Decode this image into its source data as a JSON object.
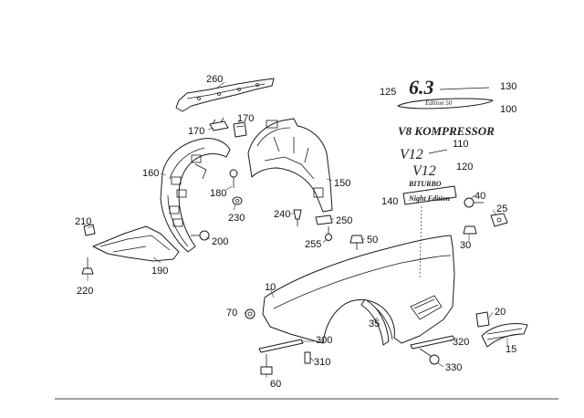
{
  "callouts": {
    "c10": "10",
    "c15": "15",
    "c20": "20",
    "c25": "25",
    "c30": "30",
    "c35": "35",
    "c40": "40",
    "c50": "50",
    "c60": "60",
    "c70": "70",
    "c100": "100",
    "c110": "110",
    "c120": "120",
    "c125": "125",
    "c130": "130",
    "c140": "140",
    "c150": "150",
    "c160": "160",
    "c170a": "170",
    "c170b": "170",
    "c180": "180",
    "c190": "190",
    "c200": "200",
    "c210": "210",
    "c220": "220",
    "c230": "230",
    "c240": "240",
    "c250": "250",
    "c255": "255",
    "c260": "260",
    "c300": "300",
    "c310": "310",
    "c320": "320",
    "c330": "330"
  },
  "badges": {
    "b125": "6.3",
    "b130": "Edition 50",
    "b100": "V8 KOMPRESSOR",
    "b110": "V12",
    "b120_a": "V12",
    "b120_b": "BITURBO",
    "b140": "Night Edition"
  }
}
